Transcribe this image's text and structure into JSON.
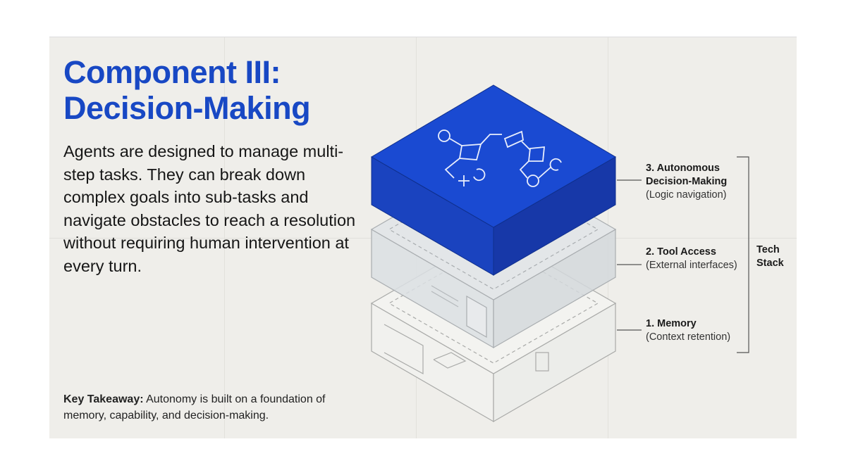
{
  "title_lines": [
    "Component III:",
    "Decision-Making"
  ],
  "body": "Agents are designed to manage multi-step tasks. They can break down complex goals into sub-tasks and navigate obstacles to reach a resolution without requiring human intervention at every turn.",
  "takeaway": {
    "label": "Key Takeaway:",
    "text": " Autonomy is built on a foundation of memory, capability, and decision-making."
  },
  "layers": [
    {
      "title": "3. Autonomous Decision-Making",
      "subtitle": "(Logic navigation)"
    },
    {
      "title": "2. Tool Access",
      "subtitle": "(External interfaces)"
    },
    {
      "title": "1. Memory",
      "subtitle": "(Context retention)"
    }
  ],
  "bracket_label": "Tech Stack",
  "colors": {
    "accent": "#1848c4",
    "block_blue": "#1a47c8",
    "background": "#efeeea"
  }
}
